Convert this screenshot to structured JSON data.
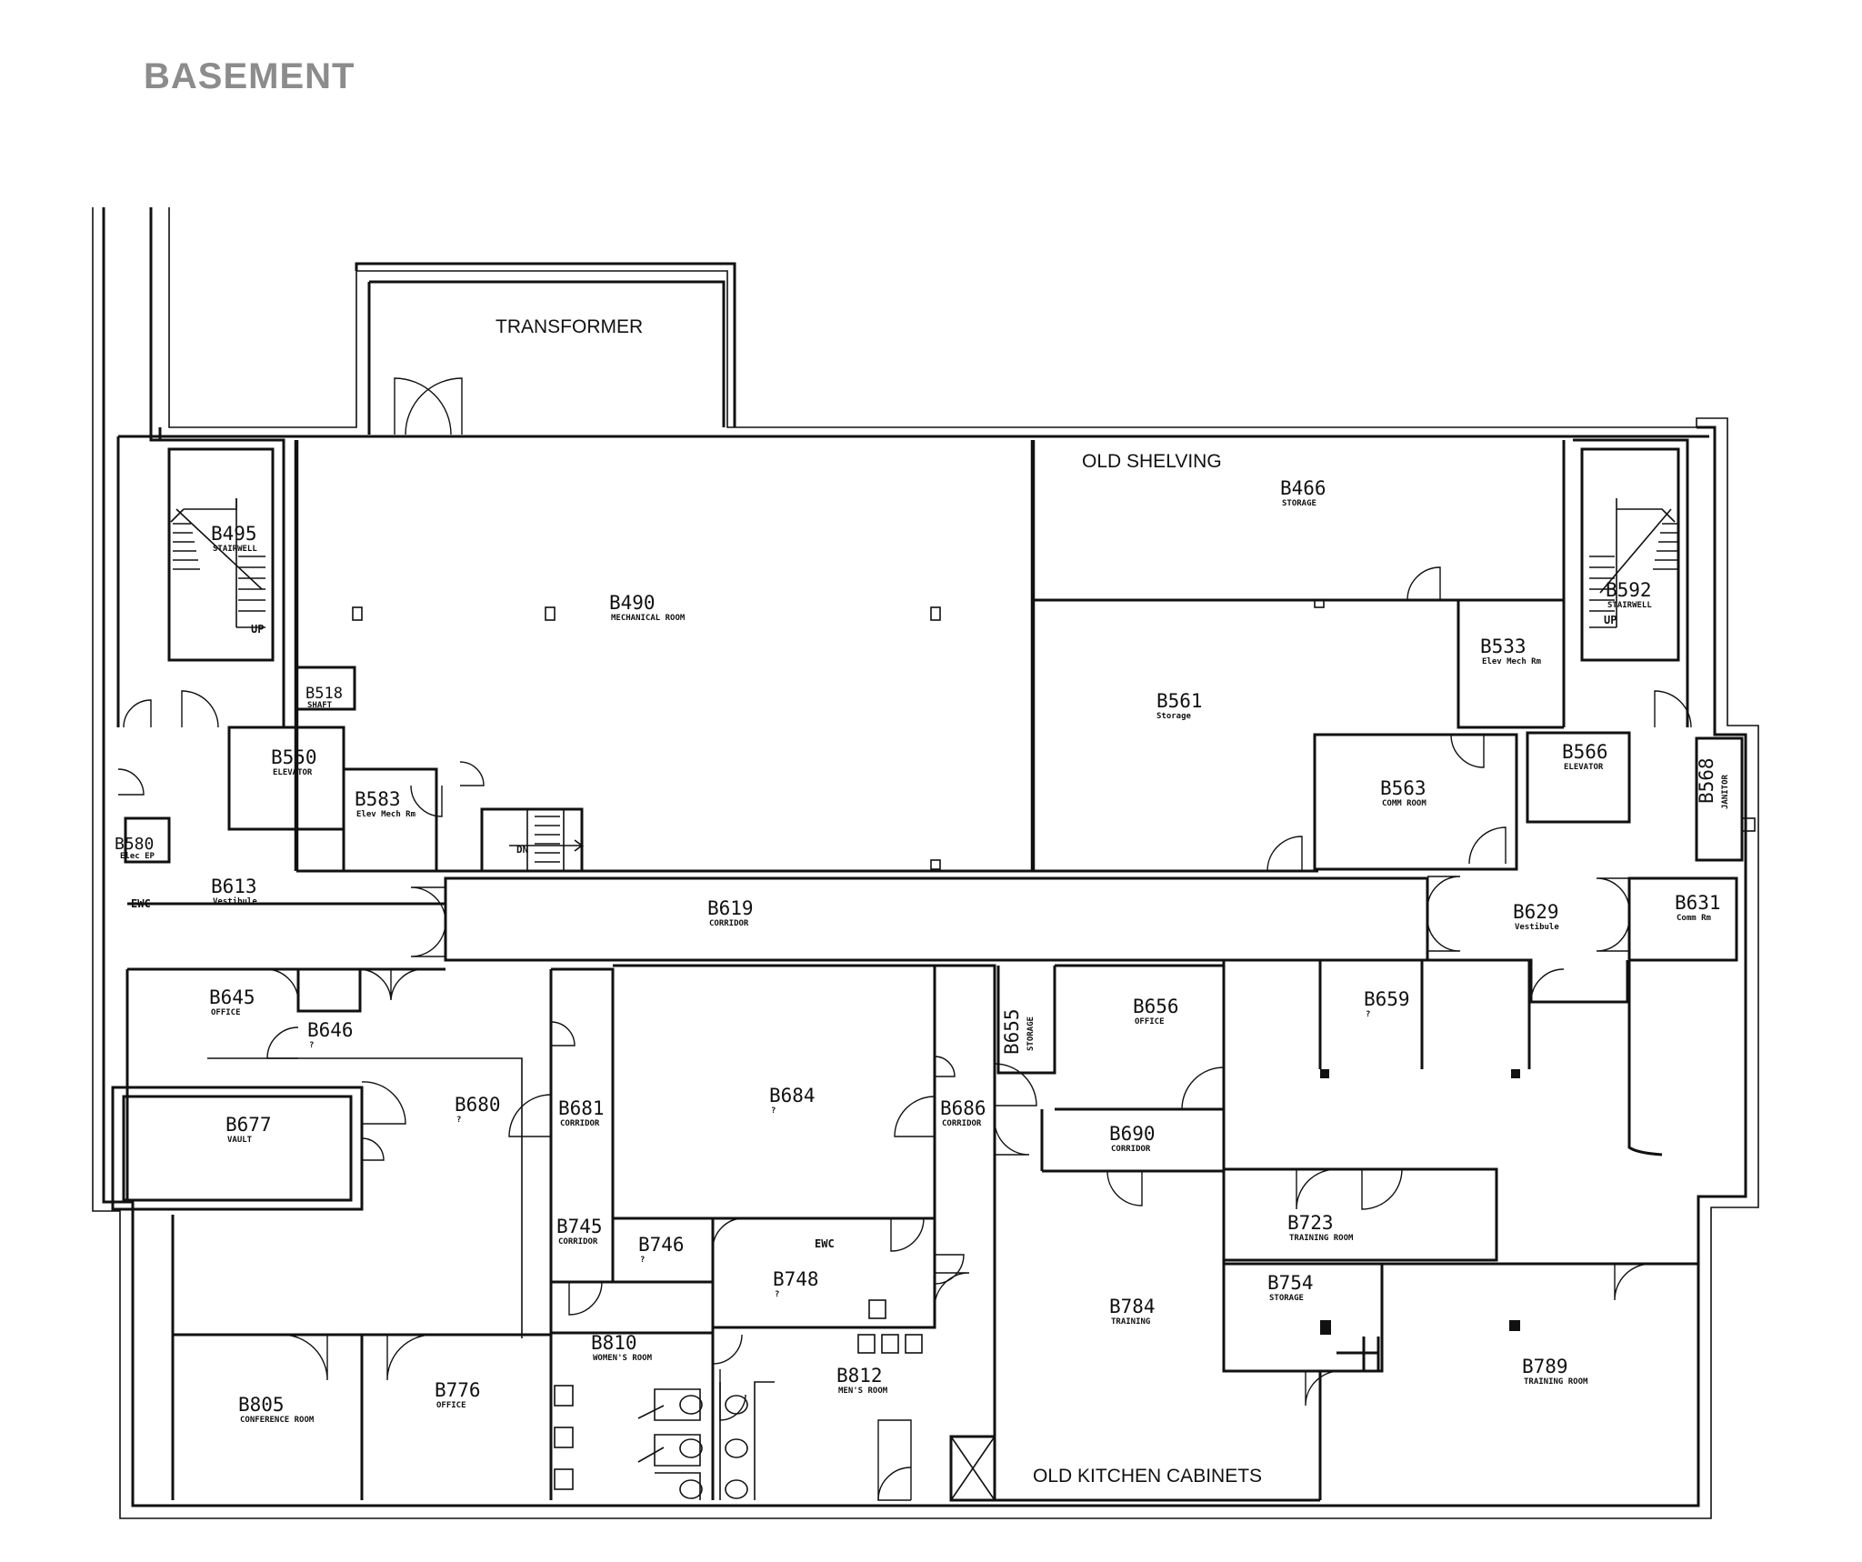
{
  "title": "BASEMENT",
  "notes": {
    "transformer": "TRANSFORMER",
    "old_shelving": "OLD SHELVING",
    "old_kitchen_cabinets": "OLD KITCHEN CABINETS",
    "ewc_left": "EWC",
    "ewc_center": "EWC",
    "dn": "DN",
    "up_left": "UP",
    "up_right": "UP"
  },
  "rooms": [
    {
      "id": "B466",
      "number": "B466",
      "label": "STORAGE"
    },
    {
      "id": "B490",
      "number": "B490",
      "label": "MECHANICAL ROOM"
    },
    {
      "id": "B495",
      "number": "B495",
      "label": "STAIRWELL"
    },
    {
      "id": "B518",
      "number": "B518",
      "label": "SHAFT"
    },
    {
      "id": "B533",
      "number": "B533",
      "label": "Elev Mech Rm"
    },
    {
      "id": "B550",
      "number": "B550",
      "label": "ELEVATOR"
    },
    {
      "id": "B561",
      "number": "B561",
      "label": "Storage"
    },
    {
      "id": "B563",
      "number": "B563",
      "label": "COMM ROOM"
    },
    {
      "id": "B566",
      "number": "B566",
      "label": "ELEVATOR"
    },
    {
      "id": "B568",
      "number": "B568",
      "label": "JANITOR"
    },
    {
      "id": "B580",
      "number": "B580",
      "label": "Elec EP"
    },
    {
      "id": "B583",
      "number": "B583",
      "label": "Elev Mech Rm"
    },
    {
      "id": "B592",
      "number": "B592",
      "label": "STAIRWELL"
    },
    {
      "id": "B613",
      "number": "B613",
      "label": "Vestibule"
    },
    {
      "id": "B619",
      "number": "B619",
      "label": "CORRIDOR"
    },
    {
      "id": "B629",
      "number": "B629",
      "label": "Vestibule"
    },
    {
      "id": "B631",
      "number": "B631",
      "label": "Comm Rm"
    },
    {
      "id": "B645",
      "number": "B645",
      "label": "OFFICE"
    },
    {
      "id": "B646",
      "number": "B646",
      "label": "?"
    },
    {
      "id": "B655",
      "number": "B655",
      "label": "STORAGE"
    },
    {
      "id": "B656",
      "number": "B656",
      "label": "OFFICE"
    },
    {
      "id": "B659",
      "number": "B659",
      "label": "?"
    },
    {
      "id": "B677",
      "number": "B677",
      "label": "VAULT"
    },
    {
      "id": "B680",
      "number": "B680",
      "label": "?"
    },
    {
      "id": "B681",
      "number": "B681",
      "label": "CORRIDOR"
    },
    {
      "id": "B684",
      "number": "B684",
      "label": "?"
    },
    {
      "id": "B686",
      "number": "B686",
      "label": "CORRIDOR"
    },
    {
      "id": "B690",
      "number": "B690",
      "label": "CORRIDOR"
    },
    {
      "id": "B723",
      "number": "B723",
      "label": "TRAINING ROOM"
    },
    {
      "id": "B745",
      "number": "B745",
      "label": "CORRIDOR"
    },
    {
      "id": "B746",
      "number": "B746",
      "label": "?"
    },
    {
      "id": "B748",
      "number": "B748",
      "label": "?"
    },
    {
      "id": "B754",
      "number": "B754",
      "label": "STORAGE"
    },
    {
      "id": "B776",
      "number": "B776",
      "label": "OFFICE"
    },
    {
      "id": "B784",
      "number": "B784",
      "label": "TRAINING"
    },
    {
      "id": "B789",
      "number": "B789",
      "label": "TRAINING ROOM"
    },
    {
      "id": "B805",
      "number": "B805",
      "label": "CONFERENCE ROOM"
    },
    {
      "id": "B810",
      "number": "B810",
      "label": "WOMEN'S ROOM"
    },
    {
      "id": "B812",
      "number": "B812",
      "label": "MEN'S ROOM"
    }
  ]
}
